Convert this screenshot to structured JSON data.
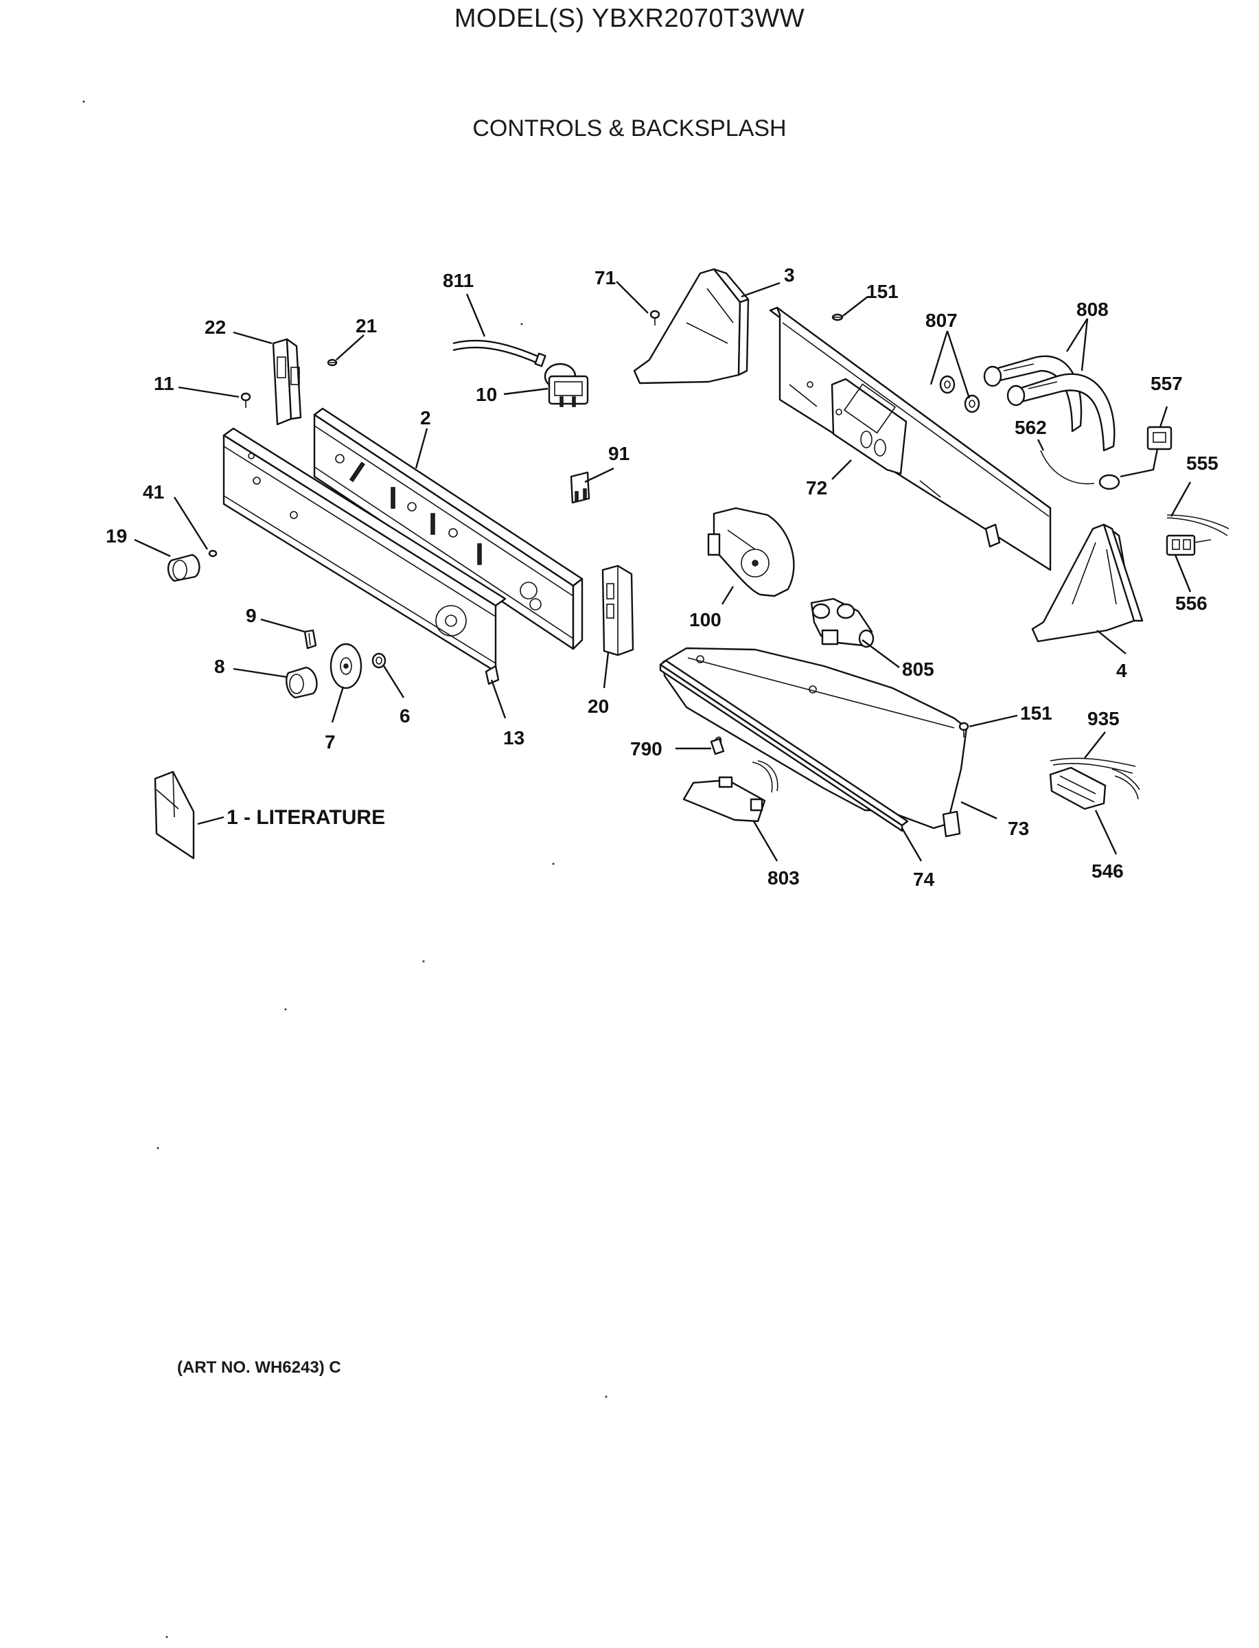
{
  "header": {
    "model_title": "MODEL(S) YBXR2070T3WW",
    "section_title": "CONTROLS & BACKSPLASH"
  },
  "callouts": {
    "c811": "811",
    "c71": "71",
    "c3": "3",
    "c151_top": "151",
    "c807": "807",
    "c808": "808",
    "c22": "22",
    "c21": "21",
    "c11": "11",
    "c10": "10",
    "c2": "2",
    "c557": "557",
    "c562": "562",
    "c91": "91",
    "c72": "72",
    "c555": "555",
    "c41": "41",
    "c19": "19",
    "c100": "100",
    "c556": "556",
    "c9": "9",
    "c8": "8",
    "c6": "6",
    "c7": "7",
    "c13": "13",
    "c20": "20",
    "c805": "805",
    "c4": "4",
    "c151_bottom": "151",
    "c935": "935",
    "c790": "790",
    "c73": "73",
    "c546": "546",
    "c803": "803",
    "c74": "74"
  },
  "literature_label": "1 - LITERATURE",
  "footer": {
    "art_no": "(ART NO. WH6243) C"
  }
}
